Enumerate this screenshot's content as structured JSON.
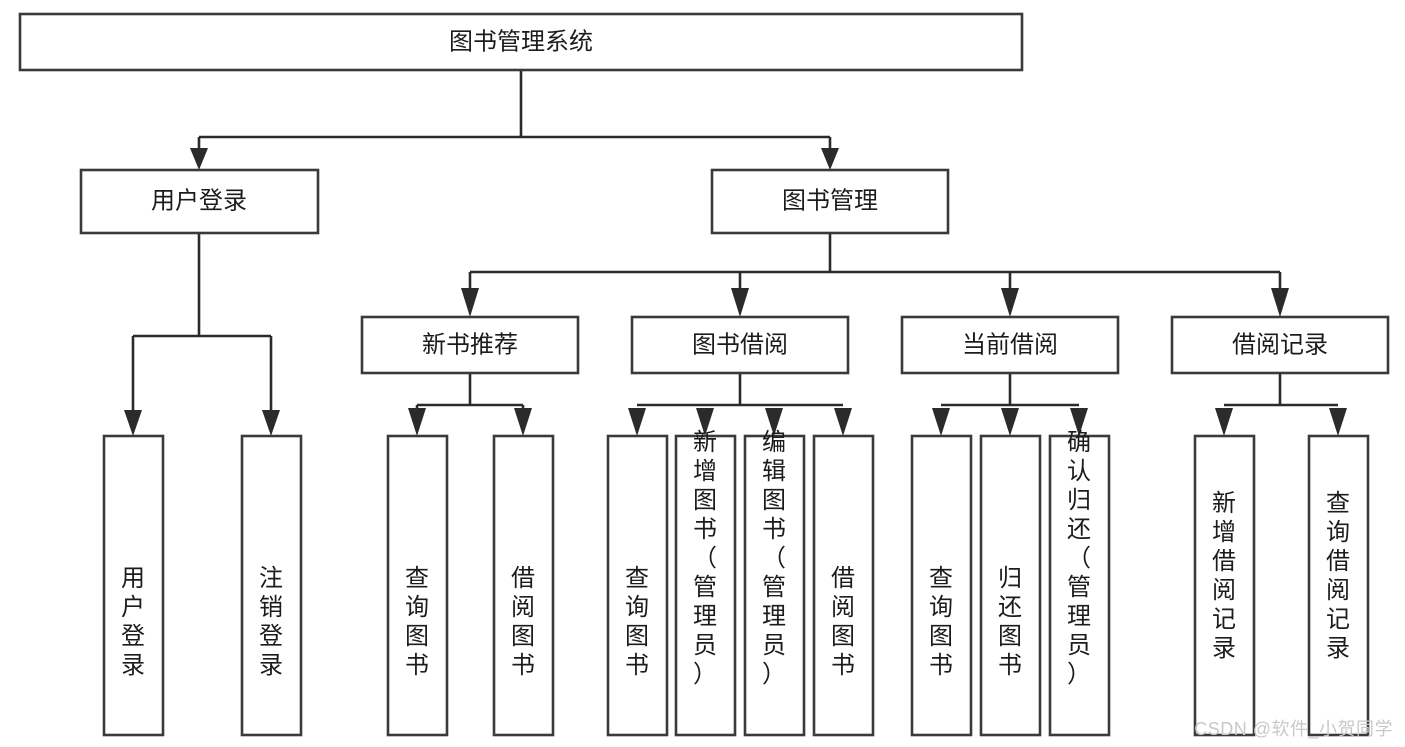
{
  "diagram": {
    "title": "图书管理系统",
    "watermark": "CSDN @软件_小贺同学",
    "colors": {
      "box_stroke": "#3a3a3a",
      "connector": "#2b2b2b",
      "box_fill": "#ffffff",
      "text": "#1c1c1c",
      "background": "#ffffff",
      "watermark": "#c9c9c9"
    },
    "root": {
      "label": "图书管理系统"
    },
    "level2": [
      {
        "label": "用户登录"
      },
      {
        "label": "图书管理"
      }
    ],
    "level3": [
      {
        "label": "新书推荐"
      },
      {
        "label": "图书借阅"
      },
      {
        "label": "当前借阅"
      },
      {
        "label": "借阅记录"
      }
    ],
    "leaves": {
      "user_login": [
        {
          "label": "用户登录"
        },
        {
          "label": "注销登录"
        }
      ],
      "new_book_recommend": [
        {
          "label": "查询图书"
        },
        {
          "label": "借阅图书"
        }
      ],
      "book_borrow": [
        {
          "label": "查询图书"
        },
        {
          "label": "新增图书（管理员）"
        },
        {
          "label": "编辑图书（管理员）"
        },
        {
          "label": "借阅图书"
        }
      ],
      "current_borrow": [
        {
          "label": "查询图书"
        },
        {
          "label": "归还图书"
        },
        {
          "label": "确认归还（管理员）"
        }
      ],
      "borrow_record": [
        {
          "label": "新增借阅记录"
        },
        {
          "label": "查询借阅记录"
        }
      ]
    }
  },
  "chart_data": {
    "type": "diagram",
    "title": "图书管理系统",
    "orientation": "top-down-tree",
    "nodes": [
      {
        "id": "root",
        "label": "图书管理系统",
        "level": 1,
        "text_direction": "horizontal"
      },
      {
        "id": "n-user-login",
        "label": "用户登录",
        "level": 2,
        "text_direction": "horizontal"
      },
      {
        "id": "n-book-mgmt",
        "label": "图书管理",
        "level": 2,
        "text_direction": "horizontal"
      },
      {
        "id": "n-new-book",
        "label": "新书推荐",
        "level": 3,
        "text_direction": "horizontal"
      },
      {
        "id": "n-book-borrow",
        "label": "图书借阅",
        "level": 3,
        "text_direction": "horizontal"
      },
      {
        "id": "n-current-borrow",
        "label": "当前借阅",
        "level": 3,
        "text_direction": "horizontal"
      },
      {
        "id": "n-borrow-record",
        "label": "借阅记录",
        "level": 3,
        "text_direction": "horizontal"
      },
      {
        "id": "l-login",
        "label": "用户登录",
        "level": 4,
        "text_direction": "vertical"
      },
      {
        "id": "l-logout",
        "label": "注销登录",
        "level": 4,
        "text_direction": "vertical"
      },
      {
        "id": "l-nb-query",
        "label": "查询图书",
        "level": 4,
        "text_direction": "vertical"
      },
      {
        "id": "l-nb-borrow",
        "label": "借阅图书",
        "level": 4,
        "text_direction": "vertical"
      },
      {
        "id": "l-bb-query",
        "label": "查询图书",
        "level": 4,
        "text_direction": "vertical"
      },
      {
        "id": "l-bb-add",
        "label": "新增图书（管理员）",
        "level": 4,
        "text_direction": "vertical"
      },
      {
        "id": "l-bb-edit",
        "label": "编辑图书（管理员）",
        "level": 4,
        "text_direction": "vertical"
      },
      {
        "id": "l-bb-borrow",
        "label": "借阅图书",
        "level": 4,
        "text_direction": "vertical"
      },
      {
        "id": "l-cb-query",
        "label": "查询图书",
        "level": 4,
        "text_direction": "vertical"
      },
      {
        "id": "l-cb-return",
        "label": "归还图书",
        "level": 4,
        "text_direction": "vertical"
      },
      {
        "id": "l-cb-confirm",
        "label": "确认归还（管理员）",
        "level": 4,
        "text_direction": "vertical"
      },
      {
        "id": "l-br-add",
        "label": "新增借阅记录",
        "level": 4,
        "text_direction": "vertical"
      },
      {
        "id": "l-br-query",
        "label": "查询借阅记录",
        "level": 4,
        "text_direction": "vertical"
      }
    ],
    "edges": [
      {
        "from": "root",
        "to": "n-user-login"
      },
      {
        "from": "root",
        "to": "n-book-mgmt"
      },
      {
        "from": "n-book-mgmt",
        "to": "n-new-book"
      },
      {
        "from": "n-book-mgmt",
        "to": "n-book-borrow"
      },
      {
        "from": "n-book-mgmt",
        "to": "n-current-borrow"
      },
      {
        "from": "n-book-mgmt",
        "to": "n-borrow-record"
      },
      {
        "from": "n-user-login",
        "to": "l-login"
      },
      {
        "from": "n-user-login",
        "to": "l-logout"
      },
      {
        "from": "n-new-book",
        "to": "l-nb-query"
      },
      {
        "from": "n-new-book",
        "to": "l-nb-borrow"
      },
      {
        "from": "n-book-borrow",
        "to": "l-bb-query"
      },
      {
        "from": "n-book-borrow",
        "to": "l-bb-add"
      },
      {
        "from": "n-book-borrow",
        "to": "l-bb-edit"
      },
      {
        "from": "n-book-borrow",
        "to": "l-bb-borrow"
      },
      {
        "from": "n-current-borrow",
        "to": "l-cb-query"
      },
      {
        "from": "n-current-borrow",
        "to": "l-cb-return"
      },
      {
        "from": "n-current-borrow",
        "to": "l-cb-confirm"
      },
      {
        "from": "n-borrow-record",
        "to": "l-br-add"
      },
      {
        "from": "n-borrow-record",
        "to": "l-br-query"
      }
    ]
  }
}
